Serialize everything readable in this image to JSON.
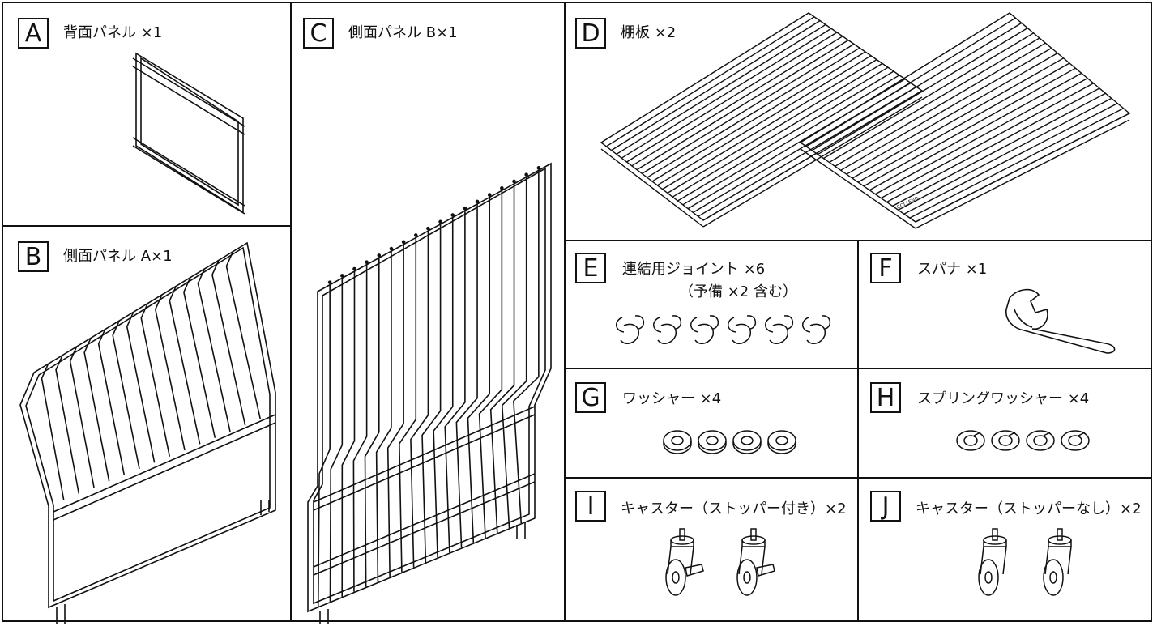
{
  "parts": {
    "A": {
      "letter": "A",
      "label": "背面パネル ×1"
    },
    "B": {
      "letter": "B",
      "label": "側面パネル A×1"
    },
    "C": {
      "letter": "C",
      "label": "側面パネル B×1"
    },
    "D": {
      "letter": "D",
      "label": "棚板 ×2",
      "shelf_brand": "COLLEND"
    },
    "E": {
      "letter": "E",
      "label": "連結用ジョイント ×6",
      "sublabel": "（予備 ×2 含む）"
    },
    "F": {
      "letter": "F",
      "label": "スパナ ×1"
    },
    "G": {
      "letter": "G",
      "label": "ワッシャー ×4"
    },
    "H": {
      "letter": "H",
      "label": "スプリングワッシャー ×4"
    },
    "I": {
      "letter": "I",
      "label": "キャスター（ストッパー付き）×2"
    },
    "J": {
      "letter": "J",
      "label": "キャスター（ストッパーなし）×2"
    }
  },
  "colors": {
    "ink": "#111111",
    "paper": "#ffffff"
  }
}
